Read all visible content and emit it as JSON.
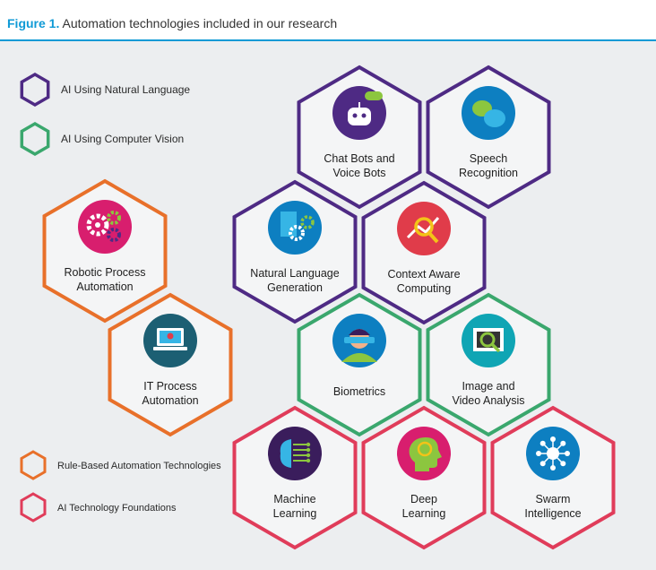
{
  "figure": {
    "number": "Figure 1.",
    "title": "Automation technologies included in our research"
  },
  "colors": {
    "natural_language": "#4e2a84",
    "computer_vision": "#3aa76d",
    "rule_based": "#e8702a",
    "ai_foundations": "#e03c5a",
    "header_rule": "#0f9ad6",
    "background": "#eceef0"
  },
  "legend_top": [
    {
      "label": "AI Using Natural Language",
      "color_key": "natural_language"
    },
    {
      "label": "AI Using Computer Vision",
      "color_key": "computer_vision"
    }
  ],
  "legend_bottom": [
    {
      "label": "Rule-Based Automation Technologies",
      "color_key": "rule_based"
    },
    {
      "label": "AI Technology Foundations",
      "color_key": "ai_foundations"
    }
  ],
  "hexagons": [
    {
      "id": "chat-bots",
      "lines": [
        "Chat Bots and",
        "Voice Bots"
      ],
      "category": "natural_language",
      "icon": "chatbot-icon",
      "icon_color": "#4e2a84"
    },
    {
      "id": "speech-recognition",
      "lines": [
        "Speech",
        "Recognition"
      ],
      "category": "natural_language",
      "icon": "speech-bubbles-icon",
      "icon_color": "#0d7fc1"
    },
    {
      "id": "robotic-process-automation",
      "lines": [
        "Robotic Process",
        "Automation"
      ],
      "category": "rule_based",
      "icon": "gears-icon",
      "icon_color": "#d81e6e"
    },
    {
      "id": "natural-language-generation",
      "lines": [
        "Natural Language",
        "Generation"
      ],
      "category": "natural_language",
      "icon": "document-gears-icon",
      "icon_color": "#0d7fc1"
    },
    {
      "id": "context-aware-computing",
      "lines": [
        "Context Aware",
        "Computing"
      ],
      "category": "natural_language",
      "icon": "magnifier-chart-icon",
      "icon_color": "#e03c4a"
    },
    {
      "id": "it-process-automation",
      "lines": [
        "IT Process",
        "Automation"
      ],
      "category": "rule_based",
      "icon": "laptop-icon",
      "icon_color": "#1c5f73"
    },
    {
      "id": "biometrics",
      "lines": [
        "Biometrics"
      ],
      "category": "computer_vision",
      "icon": "face-scan-icon",
      "icon_color": "#0d7fc1"
    },
    {
      "id": "image-video-analysis",
      "lines": [
        "Image and",
        "Video Analysis"
      ],
      "category": "computer_vision",
      "icon": "film-magnifier-icon",
      "icon_color": "#0fa5b4"
    },
    {
      "id": "machine-learning",
      "lines": [
        "Machine",
        "Learning"
      ],
      "category": "ai_foundations",
      "icon": "circuit-brain-icon",
      "icon_color": "#3a1d5c"
    },
    {
      "id": "deep-learning",
      "lines": [
        "Deep",
        "Learning"
      ],
      "category": "ai_foundations",
      "icon": "head-brain-icon",
      "icon_color": "#d81e6e"
    },
    {
      "id": "swarm-intelligence",
      "lines": [
        "Swarm",
        "Intelligence"
      ],
      "category": "ai_foundations",
      "icon": "network-hub-icon",
      "icon_color": "#0d7fc1"
    }
  ]
}
